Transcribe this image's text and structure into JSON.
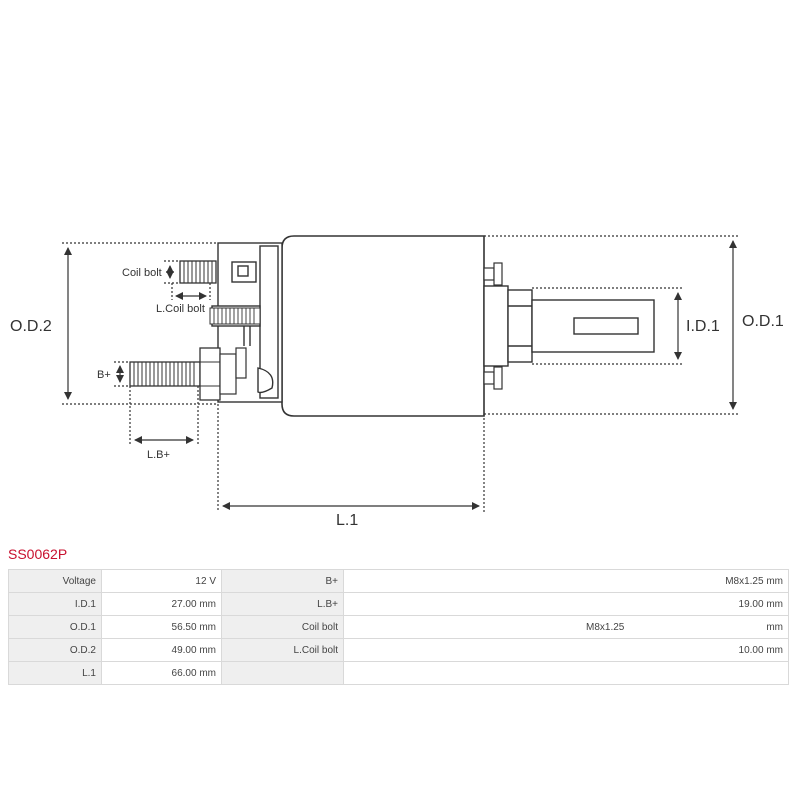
{
  "part_code": "SS0062P",
  "diagram_labels": {
    "coil_bolt": "Coil bolt",
    "l_coil_bolt": "L.Coil bolt",
    "b_plus": "B+",
    "l_b_plus": "L.B+",
    "od2": "O.D.2",
    "od1": "O.D.1",
    "id1": "I.D.1",
    "l1": "L.1"
  },
  "specs": {
    "left": [
      {
        "label": "Voltage",
        "value": "12 V"
      },
      {
        "label": "I.D.1",
        "value": "27.00 mm"
      },
      {
        "label": "O.D.1",
        "value": "56.50 mm"
      },
      {
        "label": "O.D.2",
        "value": "49.00 mm"
      },
      {
        "label": "L.1",
        "value": "66.00 mm"
      }
    ],
    "right": [
      {
        "label": "B+",
        "value": "M8x1.25 mm"
      },
      {
        "label": "L.B+",
        "value": "19.00 mm"
      },
      {
        "label": "Coil bolt",
        "value": "M8x1.25",
        "unit": "mm"
      },
      {
        "label": "L.Coil bolt",
        "value": "10.00 mm"
      }
    ]
  }
}
